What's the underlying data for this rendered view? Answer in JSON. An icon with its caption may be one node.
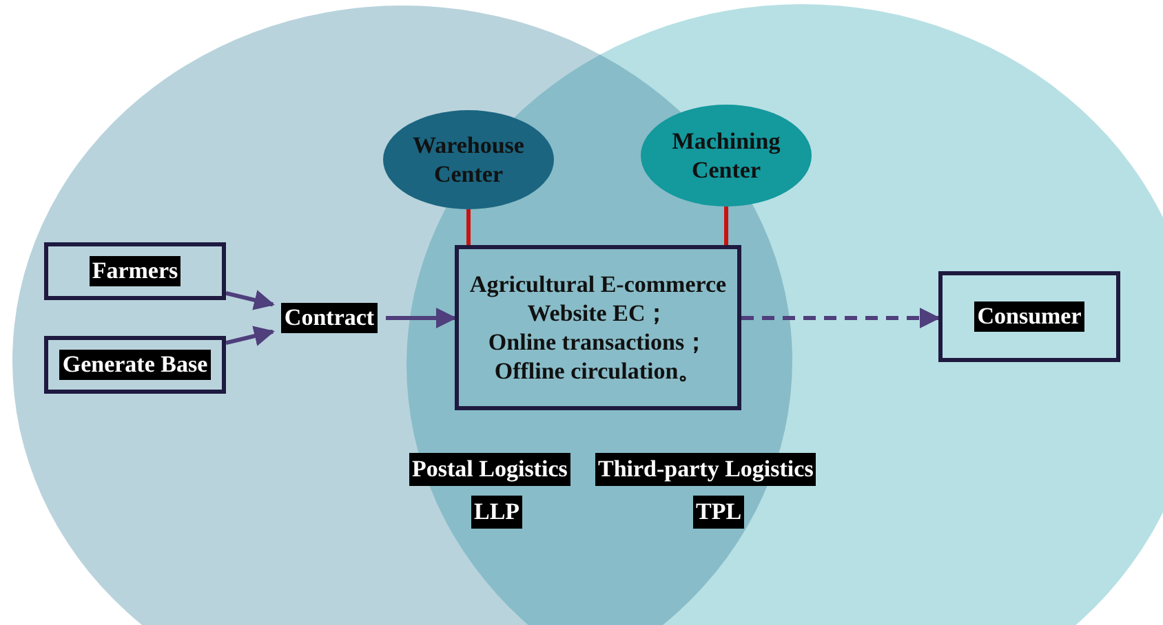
{
  "diagram": {
    "nodes": [
      {
        "text": [
          "Farmers"
        ]
      },
      {
        "text": [
          "Generate Base"
        ]
      },
      {
        "text": [
          "Contract"
        ]
      },
      {
        "text": [
          "Warehouse Center"
        ]
      },
      {
        "text": [
          "Machining Center"
        ]
      },
      {
        "text": [
          "Agricultural E-commerce Website EC；",
          "Online transactions；",
          "Offline circulation。"
        ]
      },
      {
        "text": [
          "Consumer"
        ]
      }
    ],
    "edges": [
      {
        "from": 0,
        "to": 2,
        "arrow": "to"
      },
      {
        "from": 1,
        "to": 2,
        "arrow": "to"
      },
      {
        "from": 2,
        "to": 5,
        "arrow": "to"
      },
      {
        "from": 3,
        "to": 5,
        "arrow": "none",
        "color": "#cc1111"
      },
      {
        "from": 4,
        "to": 5,
        "arrow": "none",
        "color": "#cc1111"
      },
      {
        "from": 5,
        "to": 6,
        "arrow": "to",
        "style": "dashed"
      }
    ],
    "labels": [
      "Postal Logistics",
      "LLP",
      "Third-party Logistics",
      "TPL"
    ]
  }
}
